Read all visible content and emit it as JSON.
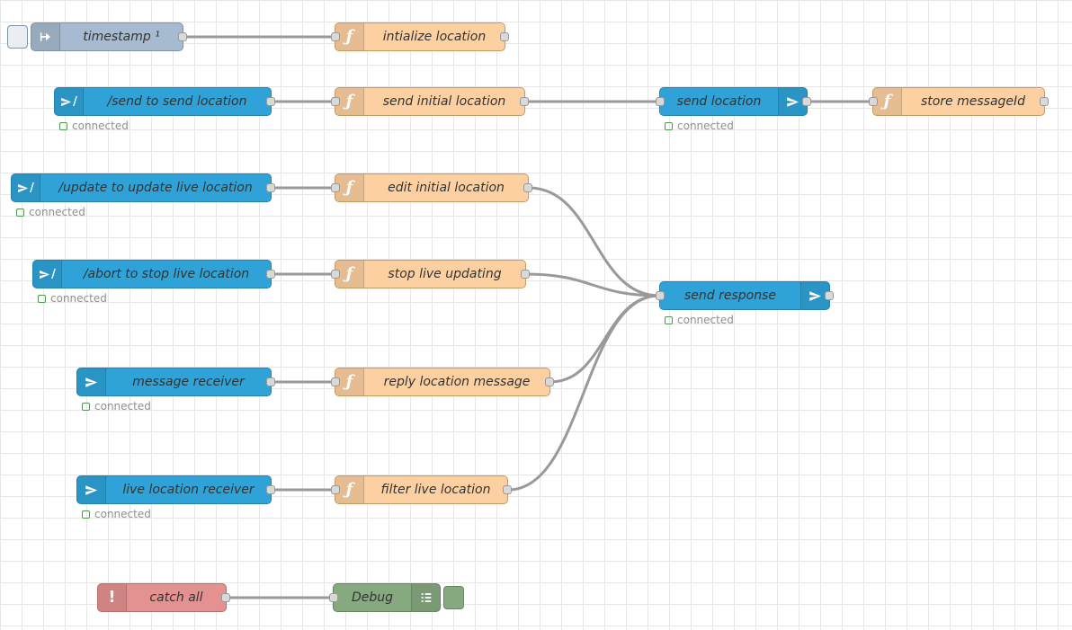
{
  "colors": {
    "inject": "#a6bbcf",
    "inject_border": "#7e93a7",
    "function": "#fdd0a2",
    "function_border": "#c89a61",
    "telegram": "#2fa3d8",
    "telegram_border": "#1f82b0",
    "catch": "#e49191",
    "catch_border": "#b96c6c",
    "debug": "#87a980",
    "debug_border": "#64875e",
    "wire": "#999999",
    "grid": "#e6e6e6",
    "status_ok": "#4e9a4e",
    "status_text": "#8f8f8f",
    "label": "#333333",
    "port_fill": "#d9d9d9",
    "port_border": "#999999"
  },
  "icons": {
    "function_glyph": "ƒ",
    "catch_glyph": "!",
    "command_slash": "/"
  },
  "nodes": {
    "timestamp": {
      "label": "timestamp ¹",
      "type": "inject"
    },
    "initialize_location": {
      "label": "intialize location",
      "type": "function"
    },
    "send_command": {
      "label": "/send to send location",
      "type": "telegram-command",
      "status": "connected"
    },
    "send_initial_location": {
      "label": "send initial location",
      "type": "function"
    },
    "send_location": {
      "label": "send location",
      "type": "telegram-sender",
      "status": "connected"
    },
    "store_messageid": {
      "label": "store messageId",
      "type": "function"
    },
    "update_command": {
      "label": "/update to update live location",
      "type": "telegram-command",
      "status": "connected"
    },
    "edit_initial_location": {
      "label": "edit initial location",
      "type": "function"
    },
    "abort_command": {
      "label": "/abort to stop live location",
      "type": "telegram-command",
      "status": "connected"
    },
    "stop_live_updating": {
      "label": "stop live updating",
      "type": "function"
    },
    "send_response": {
      "label": "send response",
      "type": "telegram-sender",
      "status": "connected"
    },
    "message_receiver": {
      "label": "message receiver",
      "type": "telegram-receiver",
      "status": "connected"
    },
    "reply_location_message": {
      "label": "reply location message",
      "type": "function"
    },
    "live_location_receiver": {
      "label": "live location receiver",
      "type": "telegram-receiver",
      "status": "connected"
    },
    "filter_live_location": {
      "label": "filter live location",
      "type": "function"
    },
    "catch_all": {
      "label": "catch all",
      "type": "catch"
    },
    "debug": {
      "label": "Debug",
      "type": "debug"
    }
  },
  "wires": [
    {
      "from": "timestamp",
      "to": "initialize_location"
    },
    {
      "from": "send_command",
      "to": "send_initial_location"
    },
    {
      "from": "send_initial_location",
      "to": "send_location"
    },
    {
      "from": "send_location",
      "to": "store_messageid"
    },
    {
      "from": "update_command",
      "to": "edit_initial_location"
    },
    {
      "from": "edit_initial_location",
      "to": "send_response"
    },
    {
      "from": "abort_command",
      "to": "stop_live_updating"
    },
    {
      "from": "stop_live_updating",
      "to": "send_response"
    },
    {
      "from": "message_receiver",
      "to": "reply_location_message"
    },
    {
      "from": "reply_location_message",
      "to": "send_response"
    },
    {
      "from": "live_location_receiver",
      "to": "filter_live_location"
    },
    {
      "from": "filter_live_location",
      "to": "send_response"
    },
    {
      "from": "catch_all",
      "to": "debug"
    }
  ]
}
